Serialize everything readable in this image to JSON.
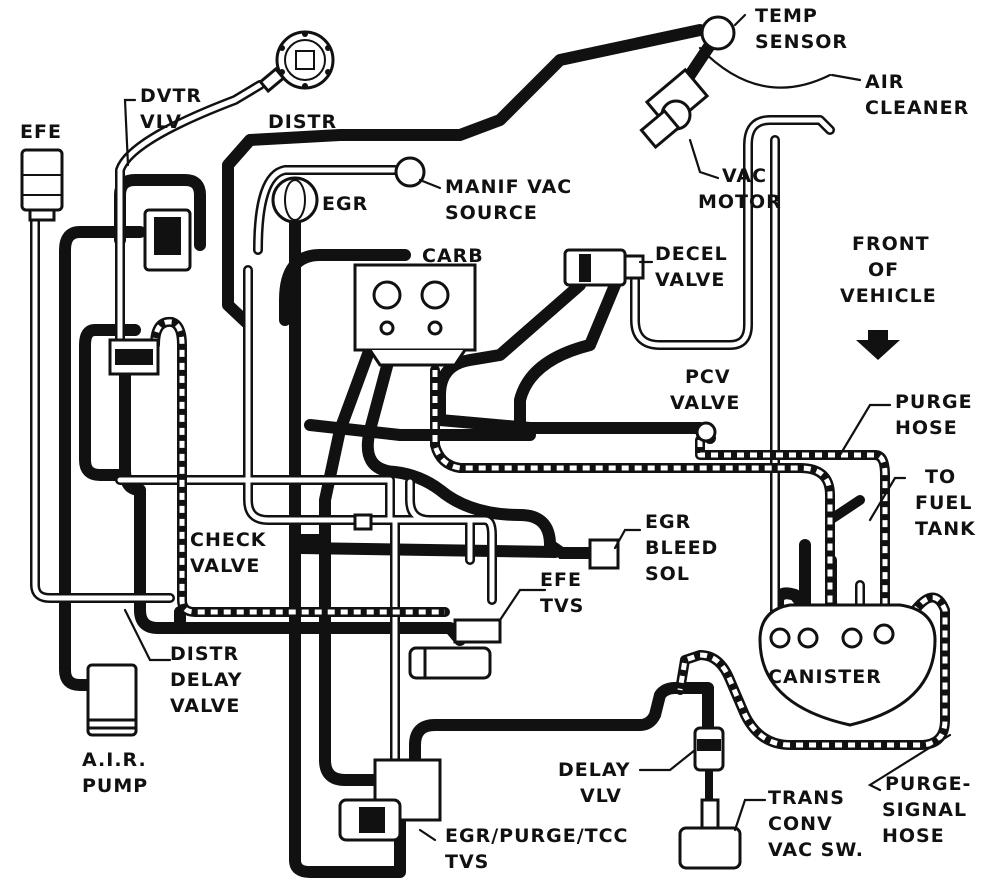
{
  "labels": {
    "temp_sensor": [
      "TEMP",
      "SENSOR"
    ],
    "air_cleaner": [
      "AIR",
      "CLEANER"
    ],
    "dvtr_vlv": [
      "DVTR",
      "VLV"
    ],
    "distr": "DISTR",
    "efe": "EFE",
    "egr": "EGR",
    "manif_vac_source": [
      "MANIF VAC",
      "SOURCE"
    ],
    "vac_motor": [
      "VAC",
      "MOTOR"
    ],
    "carb": "CARB",
    "decel_valve": [
      "DECEL",
      "VALVE"
    ],
    "front_of_vehicle": [
      "FRONT",
      "OF",
      "VEHICLE"
    ],
    "pcv_valve": [
      "PCV",
      "VALVE"
    ],
    "purge_hose": [
      "PURGE",
      "HOSE"
    ],
    "to_fuel_tank": [
      "TO",
      "FUEL",
      "TANK"
    ],
    "check_valve": [
      "CHECK",
      "VALVE"
    ],
    "egr_bleed_sol": [
      "EGR",
      "BLEED",
      "SOL"
    ],
    "efe_tvs": [
      "EFE",
      "TVS"
    ],
    "canister": "CANISTER",
    "distr_delay_valve": [
      "DISTR",
      "DELAY",
      "VALVE"
    ],
    "air_pump": [
      "A.I.R.",
      "PUMP"
    ],
    "delay_vlv": [
      "DELAY",
      "VLV"
    ],
    "trans_conv_vac_sw": [
      "TRANS",
      "CONV",
      "VAC SW."
    ],
    "purge_signal_hose": [
      "PURGE-",
      "SIGNAL",
      "HOSE"
    ],
    "egr_purge_tcc_tvs": [
      "EGR/PURGE/TCC",
      "TVS"
    ]
  },
  "colors": {
    "ink": "#111111",
    "paper": "#ffffff"
  }
}
